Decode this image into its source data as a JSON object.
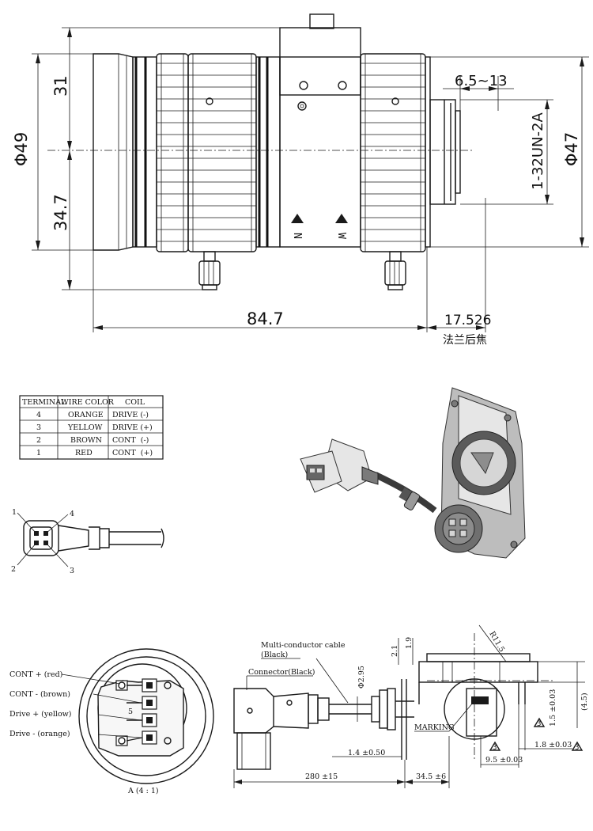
{
  "lens_drawing": {
    "dim_diameter_left": "Φ49",
    "dim_upper": "31",
    "dim_lower": "34.7",
    "dim_thread_len": "6.5~13",
    "dim_mount": "1-32UN-2A",
    "dim_diameter_right": "Φ47",
    "dim_length": "84.7",
    "dim_flange_focal": "17.526",
    "flange_label": "法兰后焦",
    "mark_n": "N",
    "mark_w": "W"
  },
  "coil_table": {
    "headers": [
      "TERMINAL",
      "WIRE COLOR",
      "COIL"
    ],
    "rows": [
      [
        "4",
        "ORANGE",
        "DRIVE (-)"
      ],
      [
        "3",
        "YELLOW",
        "DRIVE (+)"
      ],
      [
        "2",
        "BROWN",
        "CONT  (-)"
      ],
      [
        "1",
        "RED",
        "CONT  (+)"
      ]
    ]
  },
  "connector_pins": {
    "p1": "1",
    "p2": "2",
    "p3": "3",
    "p4": "4"
  },
  "detail_view": {
    "cont_plus": "CONT + (red)",
    "cont_minus": "CONT - (brown)",
    "drive_plus": "Drive + (yellow)",
    "drive_minus": "Drive - (orange)",
    "caption": "A (4 : 1)",
    "inner_mark": "5"
  },
  "cable_drawing": {
    "cable_label_1": "Multi-conductor cable",
    "cable_label_2": "(Black)",
    "connector_label": "Connector(Black)",
    "dia_295": "Φ2.95",
    "dim_21": "2.1",
    "dim_19": "1.9",
    "radius": "R11.5",
    "marking": "MARKING",
    "dim_14": "1.4 ±0.50",
    "dim_280": "280 ±15",
    "dim_345": "34.5 ±6",
    "dim_95": "9.5 ±0.03",
    "dim_18": "1.8 ±0.03",
    "dim_15": "1.5 ±0.03",
    "dim_45": "(4.5)",
    "tri_mark": "3"
  }
}
